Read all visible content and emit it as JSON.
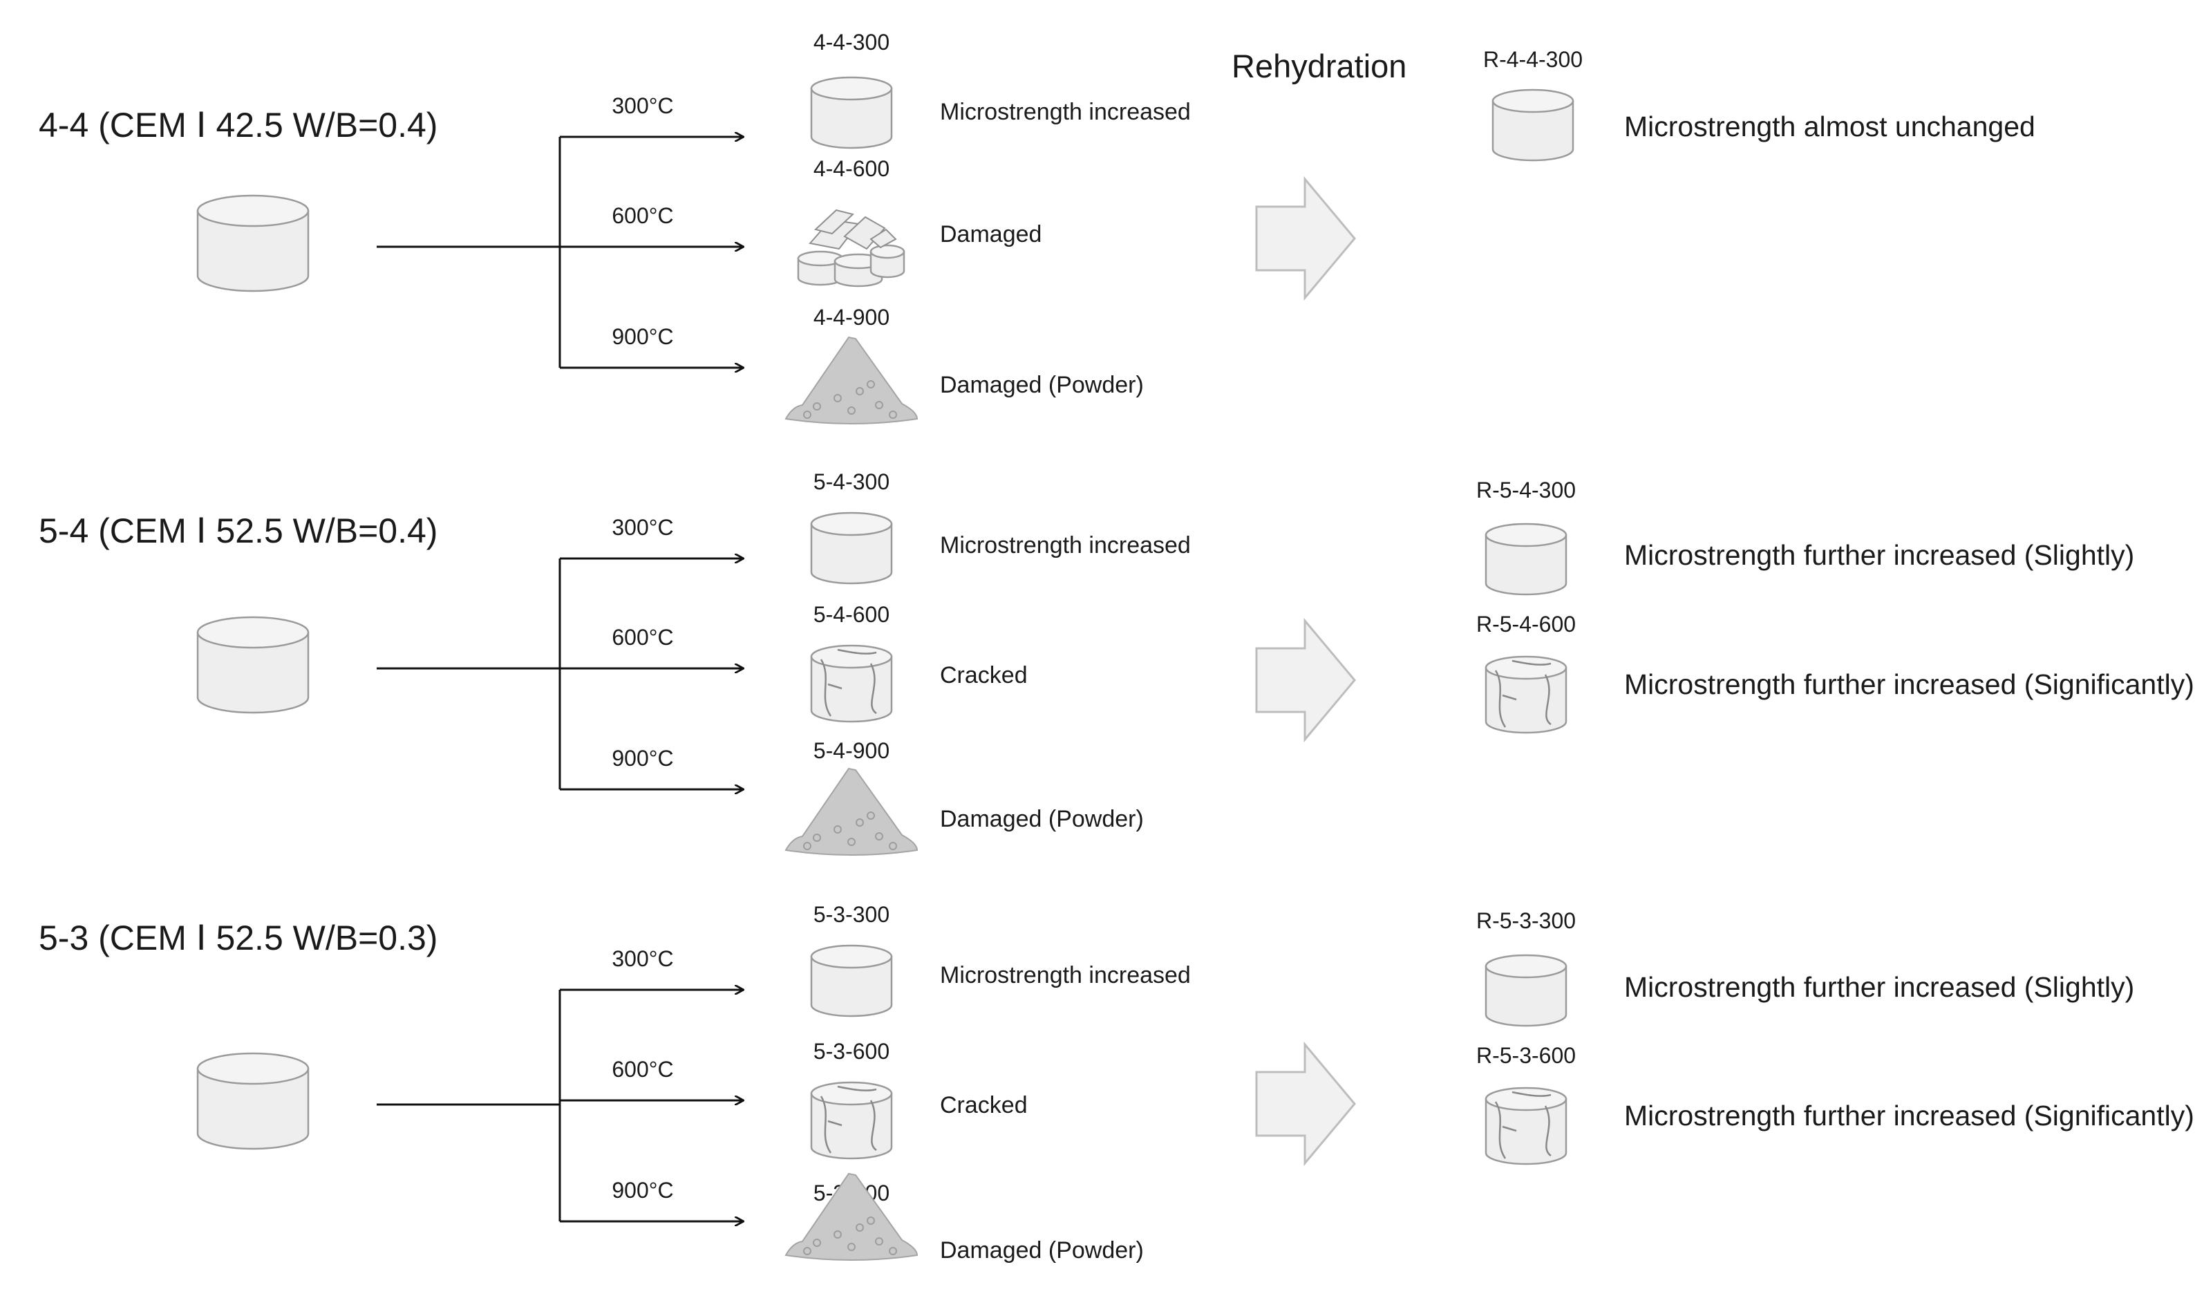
{
  "rehydration_label": "Rehydration",
  "groups": [
    {
      "title": "4-4 (CEM Ⅰ 42.5  W/B=0.4)",
      "branches": [
        {
          "temp": "300°C",
          "code": "4-4-300",
          "state": "Microstrength increased",
          "shape": "intact"
        },
        {
          "temp": "600°C",
          "code": "4-4-600",
          "state": "Damaged",
          "shape": "fragments"
        },
        {
          "temp": "900°C",
          "code": "4-4-900",
          "state": "Damaged (Powder)",
          "shape": "powder"
        }
      ],
      "rehydrated": [
        {
          "code": "R-4-4-300",
          "result": "Microstrength almost unchanged",
          "shape": "intact"
        }
      ]
    },
    {
      "title": "5-4 (CEM Ⅰ 52.5  W/B=0.4)",
      "branches": [
        {
          "temp": "300°C",
          "code": "5-4-300",
          "state": "Microstrength increased",
          "shape": "intact"
        },
        {
          "temp": "600°C",
          "code": "5-4-600",
          "state": "Cracked",
          "shape": "cracked"
        },
        {
          "temp": "900°C",
          "code": "5-4-900",
          "state": "Damaged (Powder)",
          "shape": "powder"
        }
      ],
      "rehydrated": [
        {
          "code": "R-5-4-300",
          "result": "Microstrength further increased (Slightly)",
          "shape": "intact"
        },
        {
          "code": "R-5-4-600",
          "result": "Microstrength further increased (Significantly)",
          "shape": "cracked"
        }
      ]
    },
    {
      "title": "5-3 (CEM Ⅰ 52.5  W/B=0.3)",
      "branches": [
        {
          "temp": "300°C",
          "code": "5-3-300",
          "state": "Microstrength increased",
          "shape": "intact"
        },
        {
          "temp": "600°C",
          "code": "5-3-600",
          "state": "Cracked",
          "shape": "cracked"
        },
        {
          "temp": "900°C",
          "code": "5-3-900",
          "state": "Damaged (Powder)",
          "shape": "powder"
        }
      ],
      "rehydrated": [
        {
          "code": "R-5-3-300",
          "result": "Microstrength further increased (Slightly)",
          "shape": "intact"
        },
        {
          "code": "R-5-3-600",
          "result": "Microstrength further increased (Significantly)",
          "shape": "cracked"
        }
      ]
    }
  ]
}
